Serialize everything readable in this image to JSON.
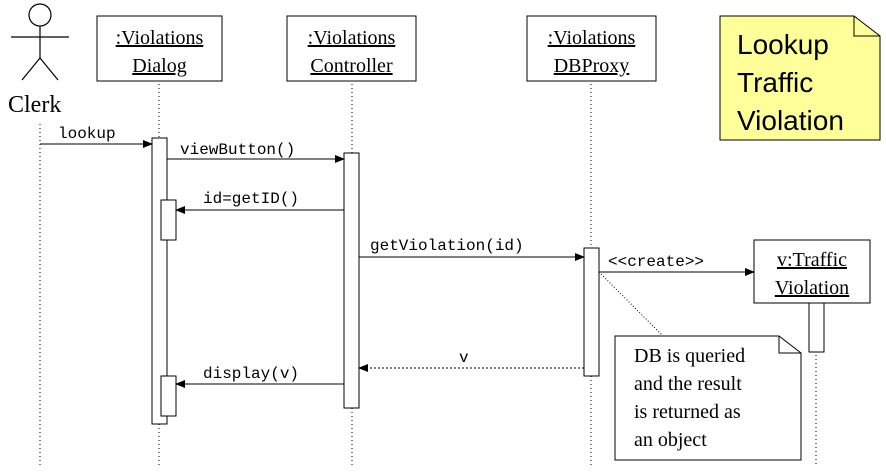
{
  "actor": {
    "label": "Clerk"
  },
  "objects": {
    "dialog": {
      "line1": ":Violations",
      "line2": "Dialog"
    },
    "controller": {
      "line1": ":Violations",
      "line2": "Controller"
    },
    "dbproxy": {
      "line1": ":Violations",
      "line2": "DBProxy"
    },
    "traffic": {
      "line1": "v:Traffic",
      "line2": "Violation"
    }
  },
  "messages": {
    "lookup": "lookup",
    "viewButton": "viewButton()",
    "getID": "id=getID()",
    "getViolation": "getViolation(id)",
    "create": "<<create>>",
    "return_v": "v",
    "display": "display(v)"
  },
  "notes": {
    "title": {
      "line1": "Lookup",
      "line2": "Traffic",
      "line3": "Violation",
      "fill": "#ffff99"
    },
    "db": {
      "line1": "DB is queried",
      "line2": "and the result",
      "line3": "is returned as",
      "line4": "an object"
    }
  }
}
